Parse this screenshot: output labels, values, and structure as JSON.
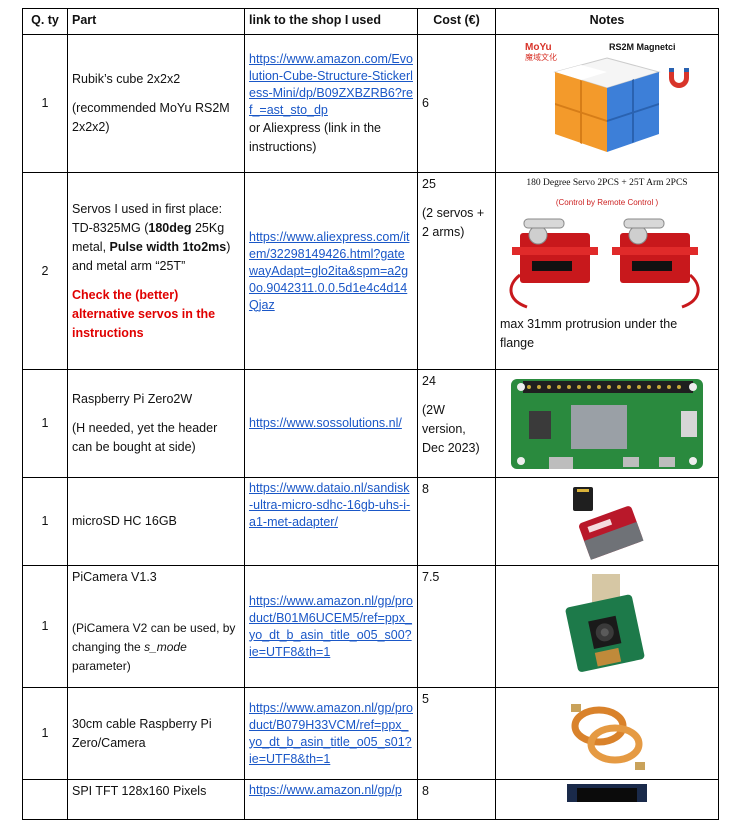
{
  "headers": {
    "qty": "Q. ty",
    "part": "Part",
    "link": "link to the shop I used",
    "cost": "Cost (€)",
    "notes": "Notes"
  },
  "rows": [
    {
      "qty": "1",
      "part_line1": "Rubik’s cube 2x2x2",
      "part_line2": "(recommended MoYu RS2M 2x2x2)",
      "link": "https://www.amazon.com/Evolution-Cube-Structure-Stickerless-Mini/dp/B09ZXBZRB6?ref_=ast_sto_dp",
      "link_after": "or Aliexpress (link in the instructions)",
      "cost": "6",
      "note_img_brand": "MoYu",
      "note_img_brand_sub": "魔域文化",
      "note_img_title": "RS2M Magnetci"
    },
    {
      "qty": "2",
      "part_a": "Servos I used in first place: TD-8325MG (",
      "part_bold1": "180deg",
      "part_b": " 25Kg metal, ",
      "part_bold2": "Pulse width 1to2ms",
      "part_c": ") and metal arm “25T”",
      "part_red": "Check the (better) alternative servos in the instructions",
      "link": "https://www.aliexpress.com/item/32298149426.html?gatewayAdapt=glo2ita&spm=a2g0o.9042311.0.0.5d1e4c4d14Qjaz",
      "cost_line1": "25",
      "cost_line2": "(2 servos + 2 arms)",
      "note_img_title": "180 Degree Servo 2PCS  + 25T Arm 2PCS",
      "note_img_sub": "(Control by Remote Control )",
      "note_text": "max 31mm protrusion under the flange"
    },
    {
      "qty": "1",
      "part_line1": "Raspberry Pi Zero2W",
      "part_line2": "(H needed, yet the header can be bought at side)",
      "link": "https://www.sossolutions.nl/",
      "cost_line1": "24",
      "cost_line2": "(2W version, Dec 2023)"
    },
    {
      "qty": "1",
      "part_line1": "microSD HC 16GB",
      "link": "https://www.dataio.nl/sandisk-ultra-micro-sdhc-16gb-uhs-i-a1-met-adapter/",
      "cost": "8"
    },
    {
      "qty": "1",
      "part_line1": "PiCamera V1.3",
      "part_line2_a": "(PiCamera V2 can be used, by changing the ",
      "part_line2_em": "s_mode",
      "part_line2_b": " parameter)",
      "link": "https://www.amazon.nl/gp/product/B01M6UCEM5/ref=ppx_yo_dt_b_asin_title_o05_s00?ie=UTF8&th=1",
      "cost": "7.5"
    },
    {
      "qty": "1",
      "part_line1": "30cm cable Raspberry Pi Zero/Camera",
      "link": "https://www.amazon.nl/gp/product/B079H33VCM/ref=ppx_yo_dt_b_asin_title_o05_s01?ie=UTF8&th=1",
      "cost": "5"
    },
    {
      "qty": "",
      "part_line1": "SPI TFT 128x160 Pixels",
      "link": "https://www.amazon.nl/gp/p",
      "cost": "8"
    }
  ]
}
